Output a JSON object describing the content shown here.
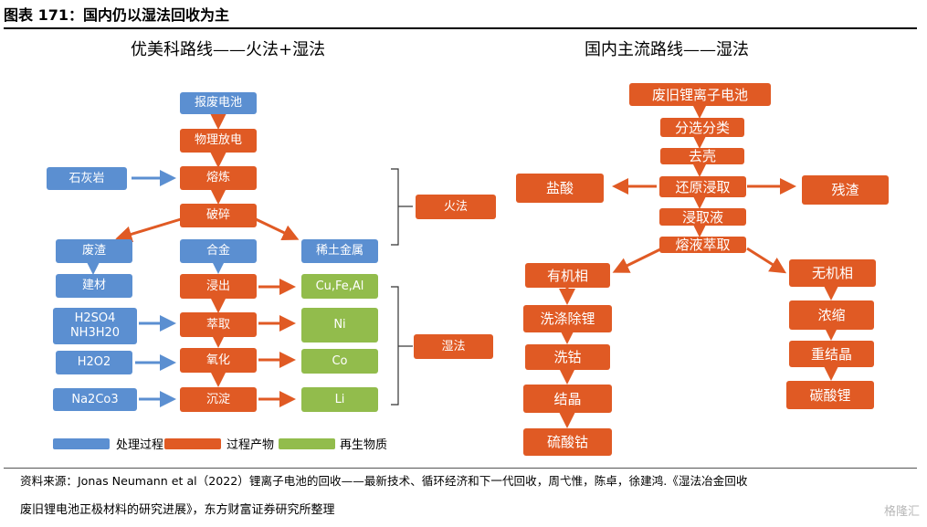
{
  "figure_title": "图表 171：国内仍以湿法回收为主",
  "left": {
    "subtitle": "优美科路线——火法+湿法",
    "nodes": {
      "scrap_battery": "报废电池",
      "physical_discharge": "物理放电",
      "limestone": "石灰岩",
      "smelting": "熔炼",
      "crushing": "破碎",
      "slag": "废渣",
      "alloy": "合金",
      "rare_earth": "稀土金属",
      "building_material": "建材",
      "leaching": "浸出",
      "cu_fe_al": "Cu,Fe,Al",
      "reagent_h2so4": "H2SO4\nNH3H20",
      "extraction": "萃取",
      "ni": "Ni",
      "h2o2": "H2O2",
      "oxidation": "氧化",
      "co": "Co",
      "na2co3": "Na2Co3",
      "precipitation": "沉淀",
      "li": "Li"
    },
    "stage_labels": {
      "pyro": "火法",
      "hydro": "湿法"
    }
  },
  "right": {
    "subtitle": "国内主流路线——湿法",
    "nodes": {
      "waste_li_battery": "废旧锂离子电池",
      "sorting": "分选分类",
      "shelling": "去壳",
      "reductive_leaching": "还原浸取",
      "hcl": "盐酸",
      "residue": "残渣",
      "leachate": "浸取液",
      "solution_extraction": "熔液萃取",
      "organic_phase": "有机相",
      "washing_li_removal": "洗涤除锂",
      "cobalt_washing": "洗钴",
      "crystallization": "结晶",
      "cobalt_sulfate": "硫酸钴",
      "inorganic_phase": "无机相",
      "concentration": "浓缩",
      "recrystallization": "重结晶",
      "lithium_carbonate": "碳酸锂"
    }
  },
  "legend": {
    "items": [
      {
        "label": "处理过程",
        "color": "#5b8fd1"
      },
      {
        "label": "过程产物",
        "color": "#e05a24"
      },
      {
        "label": "再生物质",
        "color": "#92bc4c"
      }
    ]
  },
  "source": {
    "line1": "资料来源：Jonas Neumann et al（2022）锂离子电池的回收——最新技术、循环经济和下一代回收，周弋惟，陈卓，徐建鸿.《湿法冶金回收",
    "line2": "废旧锂电池正极材料的研究进展》，东方财富证券研究所整理"
  },
  "watermark": "格隆汇",
  "colors": {
    "blue": "#5b8fd1",
    "orange": "#e05a24",
    "green": "#92bc4c"
  }
}
